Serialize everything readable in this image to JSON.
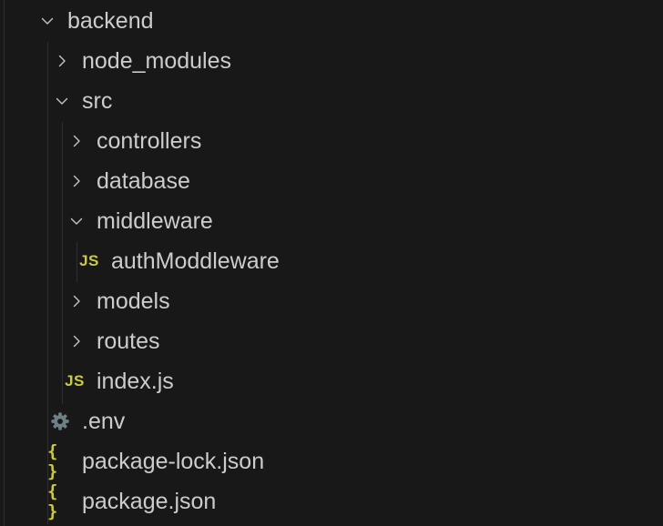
{
  "colors": {
    "background": "#181818",
    "text": "#cccccc",
    "chevron": "#c5c5c5",
    "js_icon": "#cbcb41",
    "json_icon": "#cbcb41",
    "gear_icon": "#6d8086",
    "indent_guide": "#2e2e2e"
  },
  "tree": {
    "backend": {
      "label": "backend",
      "icon": "chevron-down"
    },
    "node_modules": {
      "label": "node_modules",
      "icon": "chevron-right"
    },
    "src": {
      "label": "src",
      "icon": "chevron-down"
    },
    "controllers": {
      "label": "controllers",
      "icon": "chevron-right"
    },
    "database": {
      "label": "database",
      "icon": "chevron-right"
    },
    "middleware": {
      "label": "middleware",
      "icon": "chevron-down"
    },
    "authModdleware": {
      "label": "authModdleware",
      "icon": "js-file",
      "badge": "JS"
    },
    "models": {
      "label": "models",
      "icon": "chevron-right"
    },
    "routes": {
      "label": "routes",
      "icon": "chevron-right"
    },
    "index_js": {
      "label": "index.js",
      "icon": "js-file",
      "badge": "JS"
    },
    "env": {
      "label": ".env",
      "icon": "gear"
    },
    "package_lock": {
      "label": "package-lock.json",
      "icon": "json-file",
      "badge": "{ }"
    },
    "package_json": {
      "label": "package.json",
      "icon": "json-file",
      "badge": "{ }"
    }
  }
}
